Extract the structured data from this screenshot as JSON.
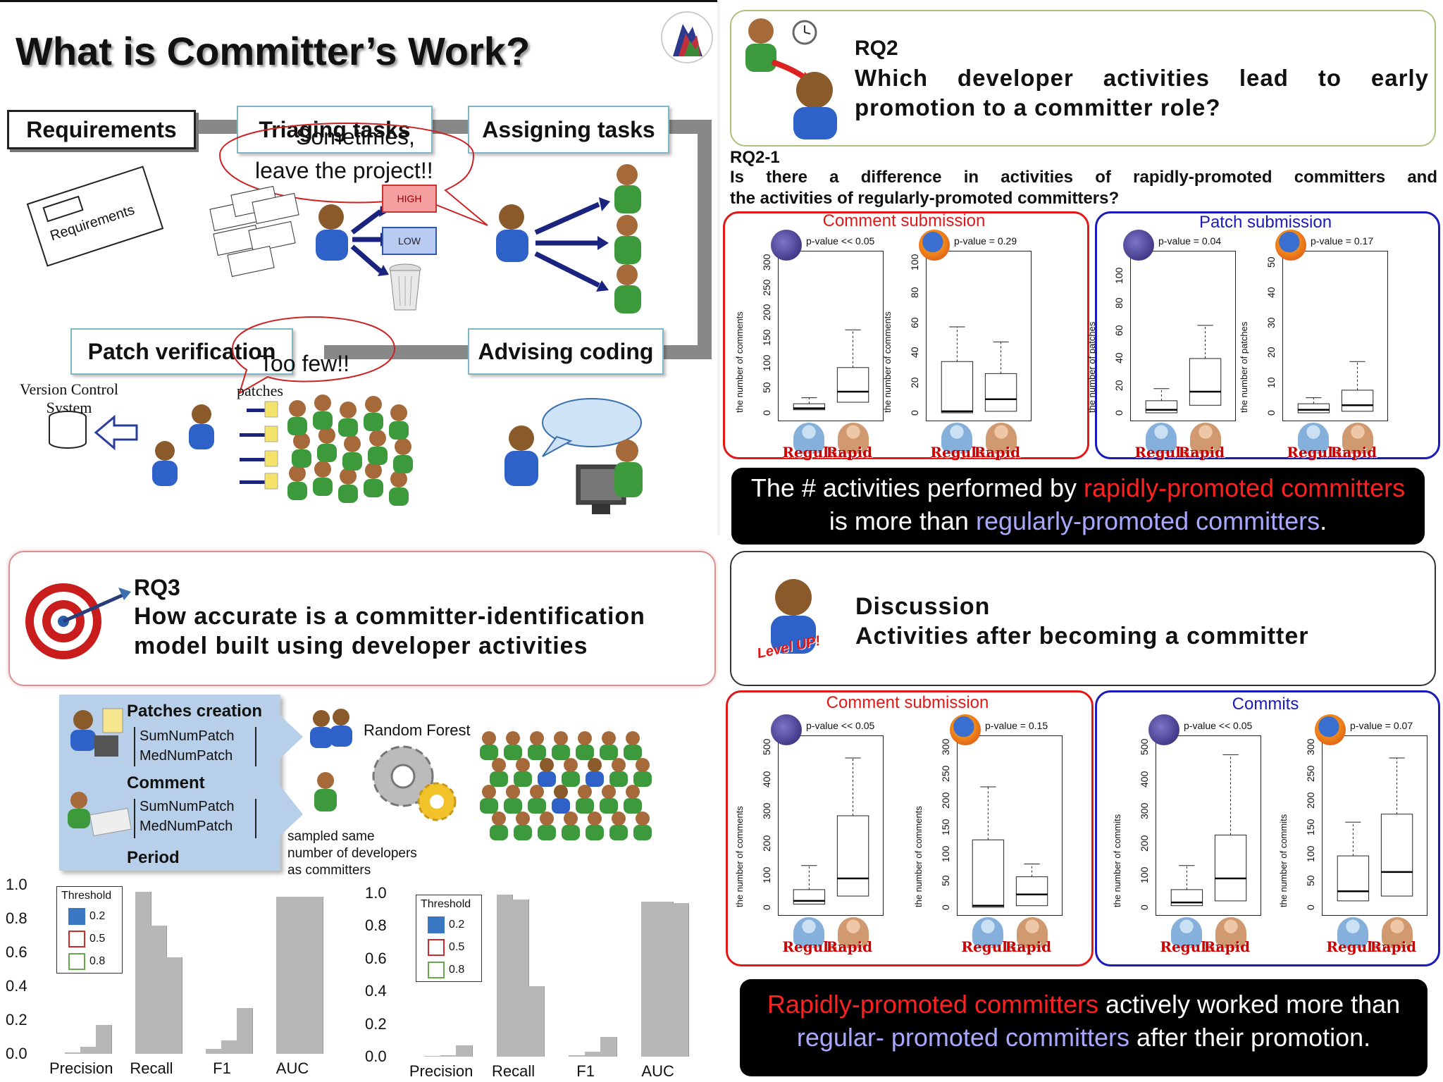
{
  "workflow": {
    "title": "What is Committer’s Work?",
    "requirements": "Requirements",
    "triaging": "Triaging tasks",
    "assigning": "Assigning tasks",
    "patch_verification": "Patch verification",
    "advising": "Advising coding",
    "bubble1_line1": "Sometimes,",
    "bubble1_line2": "leave the project!!",
    "bubble2": "Too few!!",
    "paper_label": "Requirements",
    "high": "HIGH",
    "low": "LOW",
    "vcs_line1": "Version Control",
    "vcs_line2": "System",
    "patches": "patches",
    "doc_label": "Requirements"
  },
  "rq2": {
    "id": "RQ2",
    "question_line1": "Which developer activities lead to early",
    "question_line2": "promotion to a committer role?",
    "sub_id": "RQ2-1",
    "sub_line1": "Is there a difference in activities of rapidly-promoted committers and",
    "sub_line2": "the activities of regularly-promoted committers?",
    "comment_panel": "Comment submission",
    "patch_panel": "Patch submission",
    "conclusion_line1_a": "The # activities performed by ",
    "conclusion_line1_b": "rapidly-promoted committers",
    "conclusion_line2_a": "is more than ",
    "conclusion_line2_b": "regularly-promoted committers",
    "conclusion_line2_c": "."
  },
  "rq3": {
    "id": "RQ3",
    "line1": "How accurate is a committer-identification",
    "line2": "model built using developer activities",
    "patches_creation": "Patches creation",
    "sum1": "SumNumPatch",
    "med1": "MedNumPatch",
    "comment": "Comment",
    "sum2": "SumNumPatch",
    "med2": "MedNumPatch",
    "period": "Period",
    "random_forest": "Random Forest",
    "sampled_line1": "sampled same",
    "sampled_line2": "number of developers",
    "sampled_line3": "as committers"
  },
  "discussion": {
    "title": "Discussion",
    "subtitle": "Activities after becoming a committer",
    "comment_panel": "Comment submission",
    "commits_panel": "Commits",
    "conclusion_line1_a": "Rapidly-promoted committers",
    "conclusion_line1_b": " actively worked more than",
    "conclusion_line2_a": "regular- promoted committers",
    "conclusion_line2_b": " after their promotion.",
    "level_up": "Level UP!"
  },
  "boxplots": {
    "group_regular": "Regular",
    "group_rapid": "Rapid",
    "plots": [
      {
        "p": "p-value << 0.05",
        "ylabel": "the number of comments",
        "ticks": [
          "0",
          "50",
          "100",
          "150",
          "200",
          "250",
          "300"
        ],
        "max": 300
      },
      {
        "p": "p-value = 0.29",
        "ylabel": "the number of comments",
        "ticks": [
          "0",
          "20",
          "40",
          "60",
          "80",
          "100"
        ],
        "max": 100
      },
      {
        "p": "p-value = 0.04",
        "ylabel": "the number of patches",
        "ticks": [
          "0",
          "20",
          "40",
          "60",
          "80",
          "100"
        ],
        "max": 110
      },
      {
        "p": "p-value = 0.17",
        "ylabel": "the number of patches",
        "ticks": [
          "0",
          "10",
          "20",
          "30",
          "40",
          "50"
        ],
        "max": 50
      },
      {
        "p": "p-value << 0.05",
        "ylabel": "the number of comments",
        "ticks": [
          "0",
          "100",
          "200",
          "300",
          "400",
          "500"
        ],
        "max": 500
      },
      {
        "p": "p-value = 0.15",
        "ylabel": "the number of comments",
        "ticks": [
          "0",
          "50",
          "100",
          "150",
          "200",
          "250",
          "300"
        ],
        "max": 300
      },
      {
        "p": "p-value << 0.05",
        "ylabel": "the number of commits",
        "ticks": [
          "0",
          "100",
          "200",
          "300",
          "400",
          "500"
        ],
        "max": 500
      },
      {
        "p": "p-value = 0.07",
        "ylabel": "the number of commits",
        "ticks": [
          "0",
          "50",
          "100",
          "150",
          "200",
          "250",
          "300"
        ],
        "max": 300
      }
    ]
  },
  "chart_data": [
    {
      "type": "bar",
      "categories": [
        "Precision",
        "Recall",
        "F1",
        "AUC"
      ],
      "legend_title": "Threshold",
      "series": [
        {
          "name": "0.2",
          "values": [
            0.01,
            0.96,
            0.03,
            0.93
          ]
        },
        {
          "name": "0.5",
          "values": [
            0.04,
            0.76,
            0.08,
            0.93
          ]
        },
        {
          "name": "0.8",
          "values": [
            0.17,
            0.57,
            0.27,
            0.93
          ]
        }
      ],
      "yticks": [
        "0.0",
        "0.2",
        "0.4",
        "0.6",
        "0.8",
        "1.0"
      ],
      "ylim": [
        0,
        1.0
      ],
      "legend_colors": [
        "#3b78c3",
        "#d02a2a",
        "#6aa84f"
      ]
    },
    {
      "type": "bar",
      "categories": [
        "Precision",
        "Recall",
        "F1",
        "AUC"
      ],
      "legend_title": "Threshold",
      "series": [
        {
          "name": "0.2",
          "values": [
            0.005,
            0.99,
            0.01,
            0.95
          ]
        },
        {
          "name": "0.5",
          "values": [
            0.01,
            0.96,
            0.03,
            0.95
          ]
        },
        {
          "name": "0.8",
          "values": [
            0.07,
            0.43,
            0.12,
            0.94
          ]
        }
      ],
      "yticks": [
        "0.0",
        "0.2",
        "0.4",
        "0.6",
        "0.8",
        "1.0"
      ],
      "ylim": [
        0,
        1.0
      ],
      "legend_colors": [
        "#3b78c3",
        "#d02a2a",
        "#6aa84f"
      ]
    }
  ]
}
